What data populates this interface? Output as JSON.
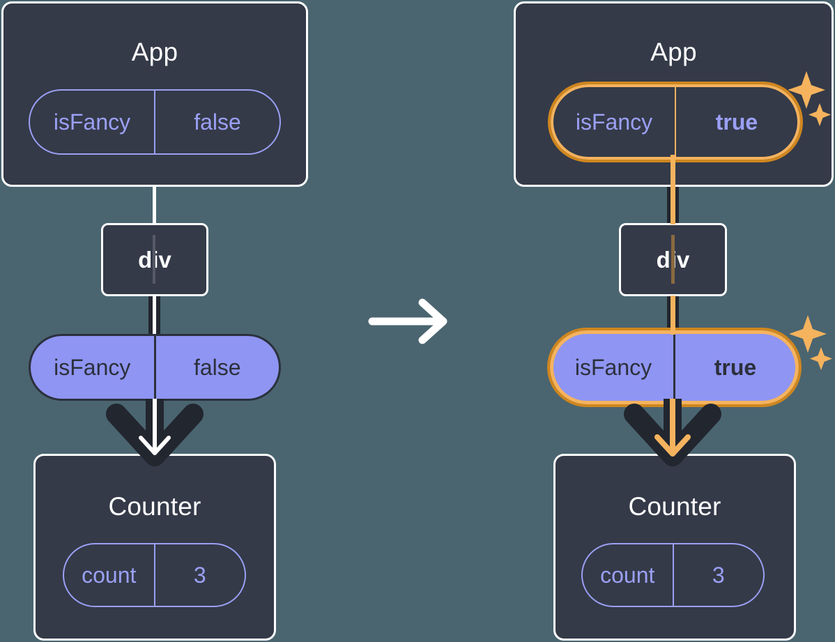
{
  "diagram": {
    "title": "React state update: isFancy false to true",
    "background_color": "#4a6570",
    "panels": [
      {
        "id": "before",
        "app": {
          "label": "App",
          "state_pill": {
            "name": "isFancy",
            "value": "false",
            "highlighted": false,
            "style": "outline"
          }
        },
        "dom": {
          "label": "div"
        },
        "props_pill": {
          "name": "isFancy",
          "value": "false",
          "highlighted": false,
          "style": "filled"
        },
        "counter": {
          "label": "Counter",
          "state_pill": {
            "name": "count",
            "value": "3",
            "highlighted": false,
            "style": "outline"
          }
        },
        "sparkle_visible": false
      },
      {
        "id": "after",
        "app": {
          "label": "App",
          "state_pill": {
            "name": "isFancy",
            "value": "true",
            "highlighted": true,
            "style": "outline"
          }
        },
        "dom": {
          "label": "div"
        },
        "props_pill": {
          "name": "isFancy",
          "value": "true",
          "highlighted": true,
          "style": "filled"
        },
        "counter": {
          "label": "Counter",
          "state_pill": {
            "name": "count",
            "value": "3",
            "highlighted": false,
            "style": "outline"
          }
        },
        "sparkle_visible": true
      }
    ],
    "transition": {
      "icon": "right-arrow-icon"
    },
    "colors": {
      "background": "#4a6570",
      "box_fill": "#343a48",
      "box_border": "#ffffff",
      "pill_purple": "#8f95f2",
      "pill_outline_purple": "#9ba0f5",
      "text_dark": "#2b303c",
      "highlight_orange_light": "#f5b35e",
      "highlight_orange_dark": "#cf861f",
      "connector_dark": "#22262f"
    }
  }
}
